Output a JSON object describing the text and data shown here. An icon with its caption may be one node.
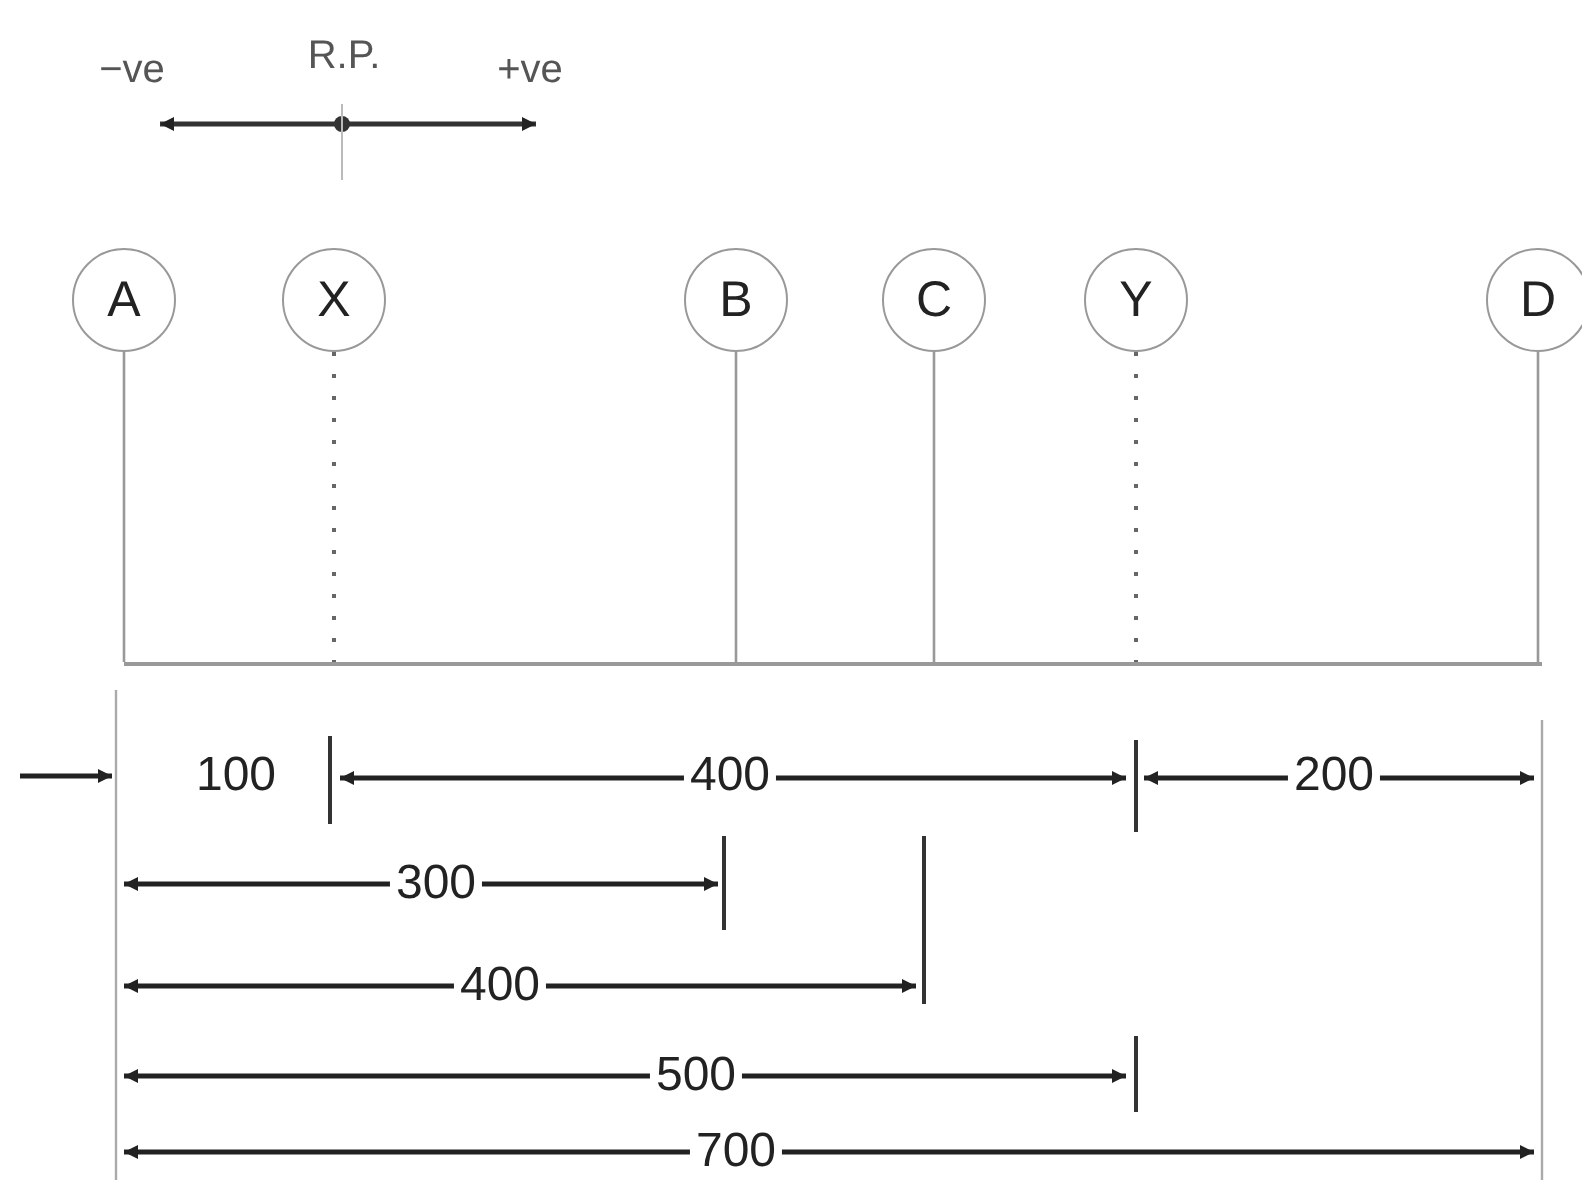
{
  "diagram": {
    "nodes": [
      {
        "text": [
          "A"
        ]
      },
      {
        "text": [
          "X"
        ]
      },
      {
        "text": [
          "B"
        ]
      },
      {
        "text": [
          "C"
        ]
      },
      {
        "text": [
          "Y"
        ]
      },
      {
        "text": [
          "D"
        ]
      },
      {
        "text": [],
        "shape": "bar"
      }
    ],
    "edges": [
      {
        "from": 0,
        "to": 6,
        "arrow": "none"
      },
      {
        "from": 1,
        "to": 6,
        "arrow": "none",
        "style": "dashed"
      },
      {
        "from": 2,
        "to": 6,
        "arrow": "none"
      },
      {
        "from": 3,
        "to": 6,
        "arrow": "none"
      },
      {
        "from": 4,
        "to": 6,
        "arrow": "none",
        "style": "dashed"
      },
      {
        "from": 5,
        "to": 6,
        "arrow": "none"
      }
    ],
    "labels": [
      "−ve",
      "R.P.",
      "+ve",
      "100",
      "400",
      "200",
      "300",
      "400",
      "500",
      "700"
    ]
  }
}
